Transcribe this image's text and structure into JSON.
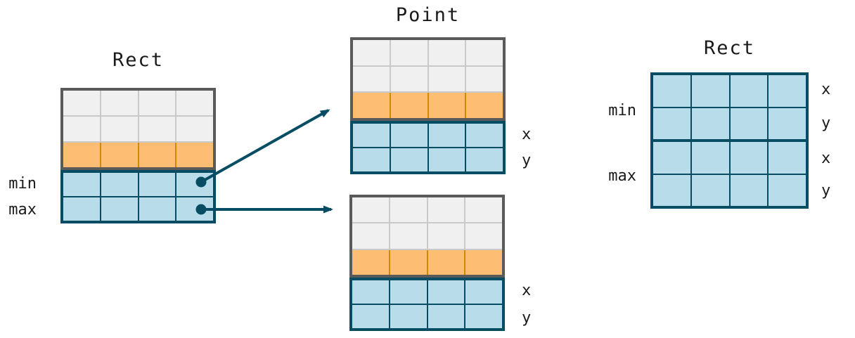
{
  "left_rect": {
    "title": "Rect",
    "field_labels": [
      "min",
      "max"
    ]
  },
  "top_point": {
    "title": "Point",
    "field_labels": [
      "x",
      "y"
    ]
  },
  "bottom_point": {
    "field_labels": [
      "x",
      "y"
    ]
  },
  "right_rect": {
    "title": "Rect",
    "left_labels": [
      "min",
      "max"
    ],
    "right_labels": [
      "x",
      "y",
      "x",
      "y"
    ]
  },
  "colors": {
    "teal": "#064d64",
    "gray_border": "#5a5a5a",
    "gray_fill": "#f0f0f0",
    "gray_line": "#c9c9c9",
    "orange_fill": "#fdbd72",
    "orange_line": "#d18a00",
    "blue_fill": "#b8dce9",
    "text": "#1a1a1a",
    "background": "#ffffff"
  }
}
